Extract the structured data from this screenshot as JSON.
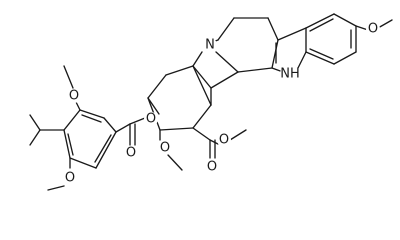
{
  "molecule": {
    "atoms": {
      "ring_n": "N",
      "indole_nh": "NH",
      "methoxy_o_arene": "O",
      "ester_link_o": "O",
      "ester_carbonyl_o": "O",
      "ring_methoxy_o": "O",
      "methyl_ester_o1": "O",
      "methyl_ester_o2": "O",
      "benzoyl_methoxy_o_top": "O",
      "benzoyl_methoxy_o_bottom": "O"
    }
  }
}
